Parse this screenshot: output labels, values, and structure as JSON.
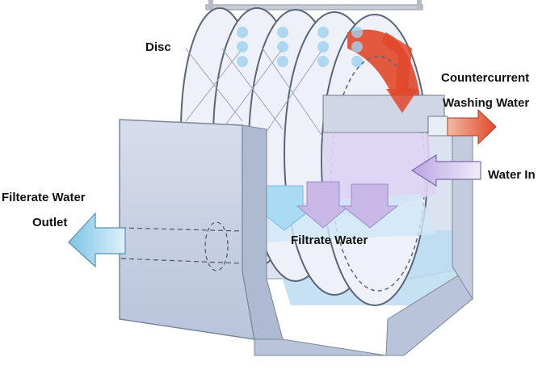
{
  "labels": {
    "disc": "Disc",
    "countercurrent": "Countercurrent",
    "washing_water": "Washing Water",
    "water_in": "Water In",
    "filterate_water": "Filterate Water",
    "outlet": "Outlet",
    "filtrate_water": "Filtrate Water"
  },
  "colors": {
    "housing": "#c9d3e6",
    "housing_edge": "#7b879a",
    "disc": "#eef1f7",
    "disc_edge": "#5c6678",
    "water": "#bfdcf3",
    "inlet_flow": "#c8b8e8",
    "wash_arrow": "#e05a36",
    "outlet_arrow": "#8fcbe8",
    "filtrate_arrow": "#a9dcf2"
  }
}
